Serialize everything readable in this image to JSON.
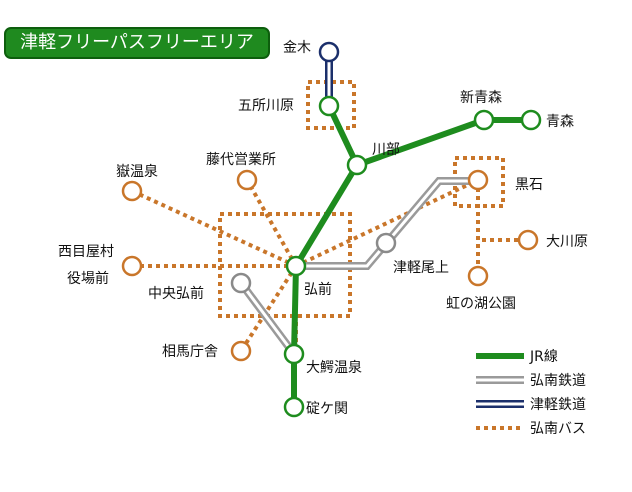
{
  "title": "津軽フリーパスフリーエリア",
  "colors": {
    "jr": "#1e8c1e",
    "konan": "#9a9a9a",
    "tsugaru": "#1b2f6b",
    "bus": "#c9762a",
    "jr_station": "#1e8c1e",
    "bus_stop": "#c9762a",
    "konan_station": "#8a8a8a",
    "tsugaru_station": "#1b2f6b"
  },
  "stations": {
    "kanagi": "金木",
    "goshogawara": "五所川原",
    "kawabe": "川部",
    "shin_aomori": "新青森",
    "aomori": "青森",
    "kuroishi": "黒石",
    "okawara": "大川原",
    "tsugaru_onoe": "津軽尾上",
    "niji_no_ko": "虹の湖公園",
    "hirosaki": "弘前",
    "chuo_hirosaki": "中央弘前",
    "owani_onsen": "大鰐温泉",
    "ikarigaseki": "碇ケ関",
    "soma_chosha": "相馬庁舎",
    "nishimeya": "西目屋村",
    "yakubamae": "役場前",
    "dake_onsen": "嶽温泉",
    "fujishiro": "藤代営業所"
  },
  "legend": {
    "jr": "JR線",
    "konan": "弘南鉄道",
    "tsugaru": "津軽鉄道",
    "bus": "弘南バス"
  }
}
